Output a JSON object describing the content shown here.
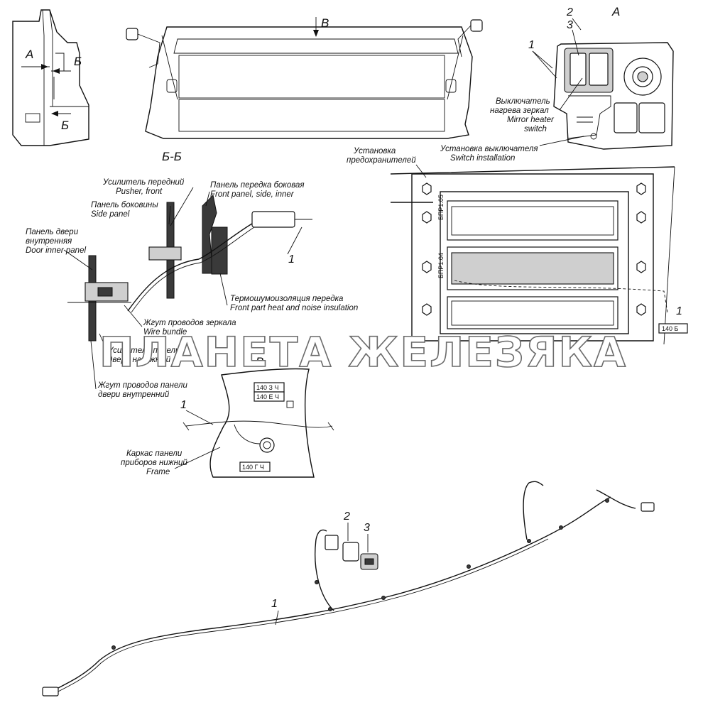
{
  "views": {
    "top_left": {
      "a": "А",
      "b1": "Б",
      "b2": "Б"
    },
    "front_view": {
      "v": "В"
    },
    "view_a": {
      "title": "А",
      "n1": "1",
      "n2": "2",
      "n3": "3"
    },
    "section": {
      "title": "Б-Б",
      "n1": "1"
    },
    "view_v": {
      "title": "В",
      "n1": "1"
    },
    "fuse": {
      "n1": "1",
      "tag": "140 Б",
      "block1": "БПР1.05",
      "block2": "БПР1.04"
    },
    "harness": {
      "n1": "1",
      "n2": "2",
      "n3": "3"
    }
  },
  "labels": {
    "mirror_switch": [
      "Выключатель",
      "нагрева зеркал",
      "Mirror heater",
      "switch"
    ],
    "switch_install": [
      "Установка выключателя",
      "Switch installation"
    ],
    "fuse_install": [
      "Установка",
      "предохранителей"
    ],
    "pusher_front": [
      "Усилитель передний",
      "Pusher, front"
    ],
    "side_panel": [
      "Панель боковины",
      "Side panel"
    ],
    "front_panel_side": [
      "Панель передка боковая",
      "Front panel, side, inner"
    ],
    "door_inner_panel": [
      "Панель двери",
      "внутренняя",
      "Door inner panel"
    ],
    "heat_noise": [
      "Термошумоизоляция передка",
      "Front part heat and noise insulation"
    ],
    "mirror_wire": [
      "Жгут проводов зеркала",
      "Wire bundle"
    ],
    "door_outer_pusher": [
      "Усилитель панели",
      "двери наружный"
    ],
    "door_inner_wire": [
      "Жгут проводов панели",
      "двери внутренний"
    ],
    "frame_lower": [
      "Каркас панели",
      "приборов нижний",
      "Frame"
    ]
  },
  "tags": {
    "t1": "140 З Ч",
    "t2": "140 Е Ч",
    "t3": "140 Г Ч"
  },
  "watermark": "ПЛАНЕТА ЖЕЛЕЗЯКА"
}
